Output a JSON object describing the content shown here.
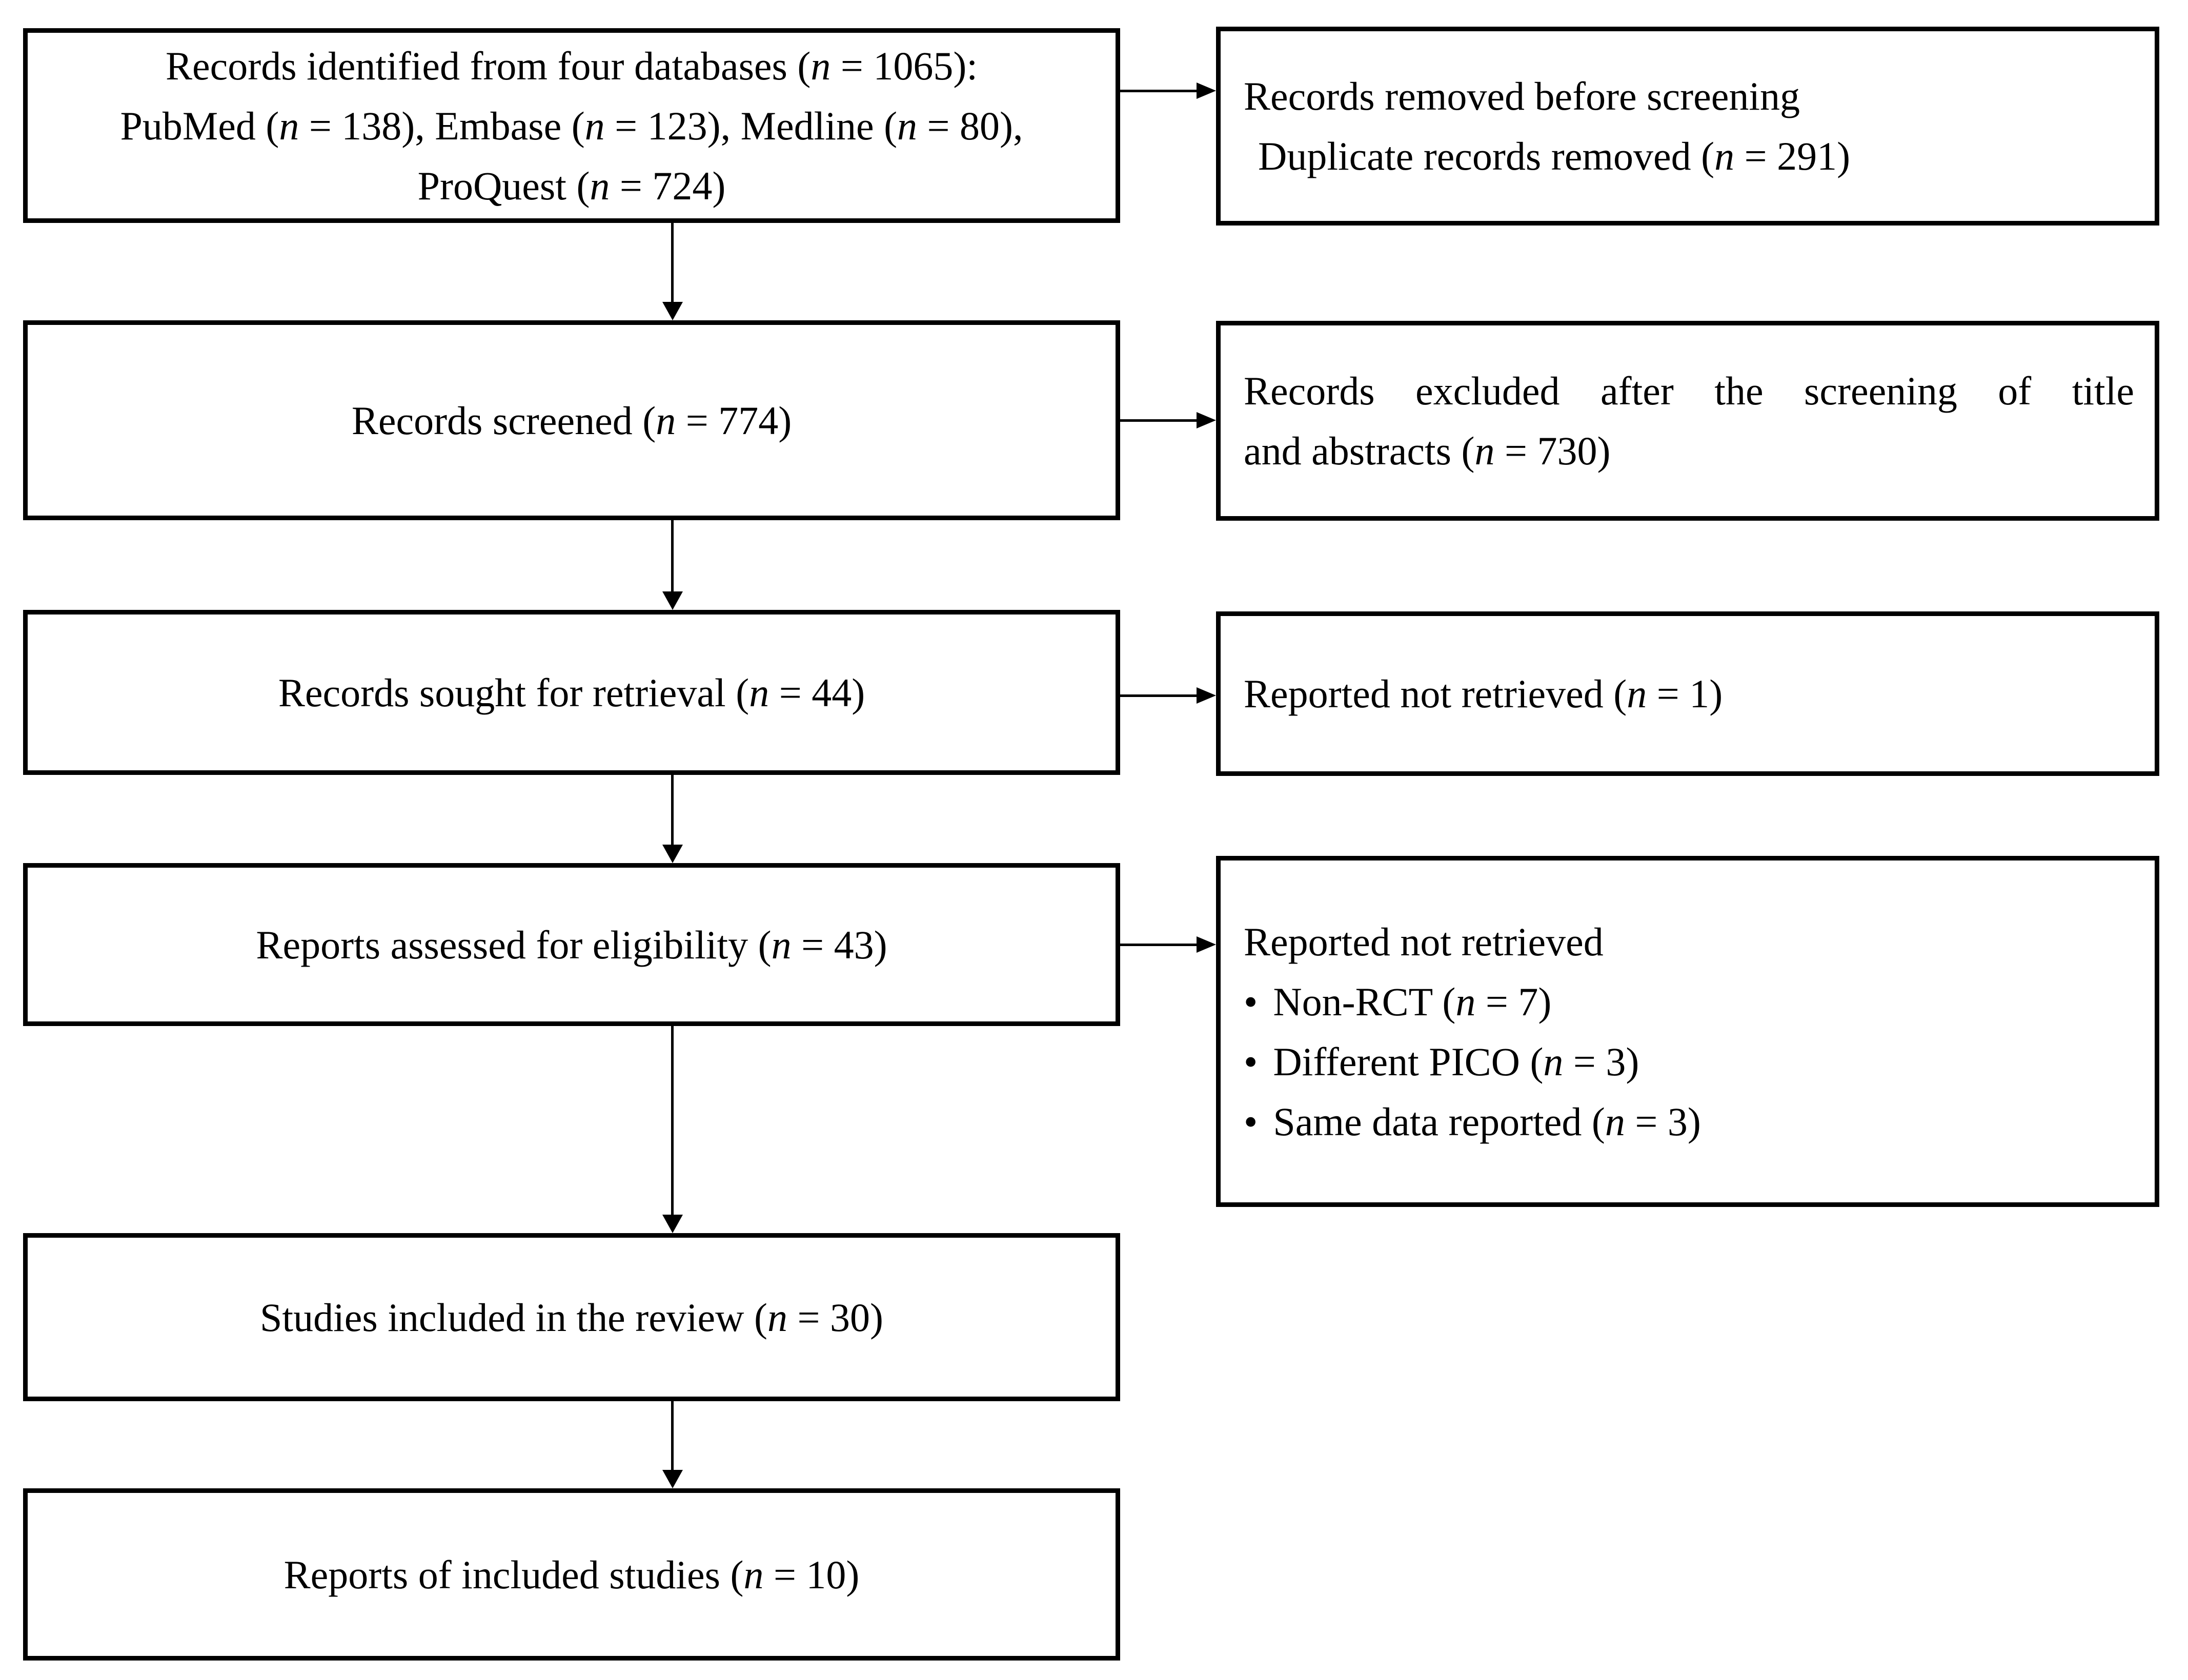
{
  "diagram": {
    "colors": {
      "ink": "#000000",
      "paper": "#ffffff"
    },
    "boxes": {
      "identified": {
        "line1": "Records identified from four databases (n = 1065):",
        "line2": "PubMed (n = 138), Embase (n = 123), Medline (n = 80),",
        "line3": "ProQuest (n = 724)"
      },
      "removed": {
        "line1": "Records removed before screening",
        "line2": "Duplicate records removed (n = 291)"
      },
      "screened": {
        "text": "Records screened (n = 774)"
      },
      "excluded": {
        "line1": "Records excluded after the screening of title",
        "line2": "and abstracts (n = 730)"
      },
      "sought": {
        "text": "Records sought for retrieval (n = 44)"
      },
      "not_retrieved": {
        "text": "Reported not retrieved (n = 1)"
      },
      "assessed": {
        "text": "Reports assessed for eligibility (n = 43)"
      },
      "exclusion_reasons": {
        "title": "Reported not retrieved",
        "items": [
          "Non-RCT (n = 7)",
          "Different PICO (n = 3)",
          "Same data reported (n = 3)"
        ]
      },
      "included": {
        "text": "Studies included in the review (n = 30)"
      },
      "reports": {
        "text": "Reports of included studies (n = 10)"
      }
    }
  }
}
